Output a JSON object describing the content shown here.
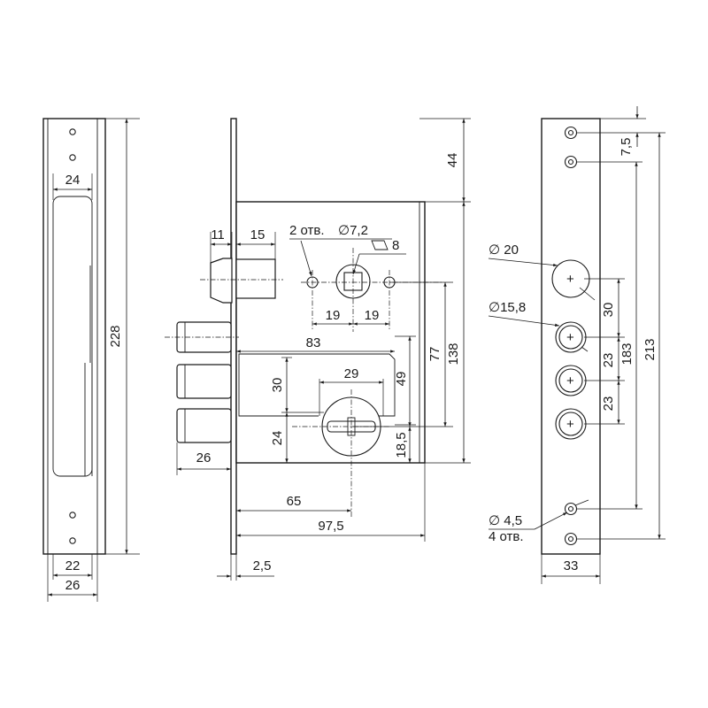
{
  "views": {
    "front_plate": {
      "dim_width": "24",
      "dim_height": "228",
      "dim_bottom_inner": "22",
      "dim_bottom_outer": "26"
    },
    "side_body": {
      "dim_top_offset": "44",
      "dim_11": "11",
      "dim_15": "15",
      "holes_note": "2 отв.",
      "holes_dia": "∅7,2",
      "square_size": "8",
      "dim_19_left": "19",
      "dim_19_right": "19",
      "dim_83": "83",
      "dim_77": "77",
      "dim_138": "138",
      "dim_49": "49",
      "dim_30": "30",
      "dim_29": "29",
      "dim_24": "24",
      "dim_18_5": "18,5",
      "dim_26": "26",
      "dim_65": "65",
      "dim_97_5": "97,5",
      "dim_2_5": "2,5"
    },
    "face_plate": {
      "dim_7_5": "7,5",
      "dia_20": "∅ 20",
      "dia_15_8": "∅15,8",
      "dim_30": "30",
      "dim_23_a": "23",
      "dim_23_b": "23",
      "dim_183": "183",
      "dim_213": "213",
      "dia_4_5": "∅ 4,5",
      "holes_count": "4 отв.",
      "dim_33": "33"
    }
  }
}
